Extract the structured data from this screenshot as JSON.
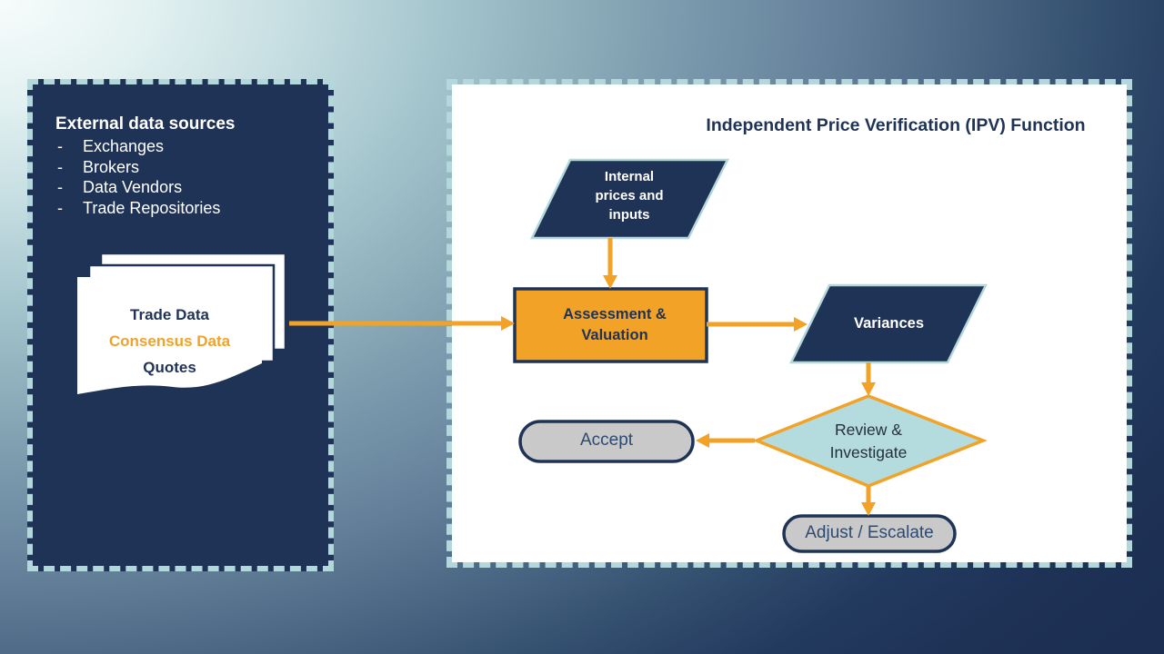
{
  "slide": {
    "left_panel": {
      "title": "External data sources",
      "bullet": "-",
      "items": [
        "Exchanges",
        "Brokers",
        "Data Vendors",
        "Trade Repositories"
      ],
      "document_stack": {
        "lines": [
          {
            "text": "Trade Data",
            "color": "#1F3357"
          },
          {
            "text": "Consensus Data",
            "color": "#F2A227"
          },
          {
            "text": "Quotes",
            "color": "#1F3357"
          }
        ]
      }
    },
    "right_panel": {
      "title": "Independent Price Verification (IPV) Function",
      "nodes": {
        "internal_prices": {
          "label": "Internal prices and inputs",
          "shape": "parallelogram"
        },
        "assessment": {
          "label": "Assessment & Valuation",
          "shape": "rectangle"
        },
        "variances": {
          "label": "Variances",
          "shape": "parallelogram"
        },
        "review": {
          "label": "Review & Investigate",
          "shape": "diamond"
        },
        "accept": {
          "label": "Accept",
          "shape": "stadium"
        },
        "adjust": {
          "label": "Adjust / Escalate",
          "shape": "stadium"
        }
      },
      "edges": [
        {
          "from": "external_documents",
          "to": "assessment"
        },
        {
          "from": "internal_prices",
          "to": "assessment"
        },
        {
          "from": "assessment",
          "to": "variances"
        },
        {
          "from": "variances",
          "to": "review"
        },
        {
          "from": "review",
          "to": "accept"
        },
        {
          "from": "review",
          "to": "adjust"
        }
      ]
    },
    "colors": {
      "navy": "#1F3357",
      "teal_dash": "#B3D8DC",
      "orange": "#F2A227",
      "diamond_fill": "#B4DCDF",
      "stadium_gray": "#C9C9C9",
      "panel_white": "#FFFFFF",
      "diamond_text": "#262E3C",
      "stadium_text": "#2D4A70"
    }
  }
}
